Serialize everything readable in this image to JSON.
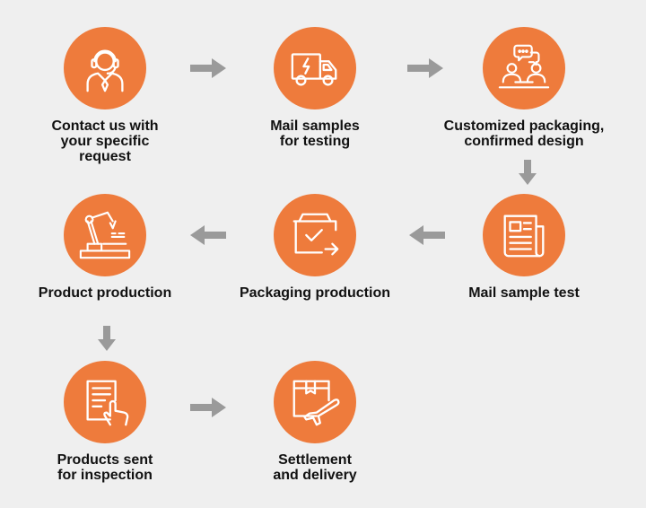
{
  "steps": [
    {
      "icon": "customer-service-agent-icon",
      "lines": [
        "Contact us with",
        "your specific",
        "request"
      ]
    },
    {
      "icon": "delivery-truck-icon",
      "lines": [
        "Mail samples",
        "for testing"
      ]
    },
    {
      "icon": "design-meeting-icon",
      "lines": [
        "Customized packaging,",
        "confirmed design"
      ]
    },
    {
      "icon": "newspaper-document-icon",
      "lines": [
        "Mail sample test"
      ]
    },
    {
      "icon": "package-box-check-icon",
      "lines": [
        "Packaging production"
      ]
    },
    {
      "icon": "robotic-arm-icon",
      "lines": [
        "Product production"
      ]
    },
    {
      "icon": "document-hand-tap-icon",
      "lines": [
        "Products sent",
        "for inspection"
      ]
    },
    {
      "icon": "box-airplane-icon",
      "lines": [
        "Settlement",
        "and delivery"
      ]
    }
  ],
  "colors": {
    "circle": "#ee7b3c",
    "arrow": "#9a9a9a",
    "background": "#efefef",
    "text": "#111111"
  }
}
